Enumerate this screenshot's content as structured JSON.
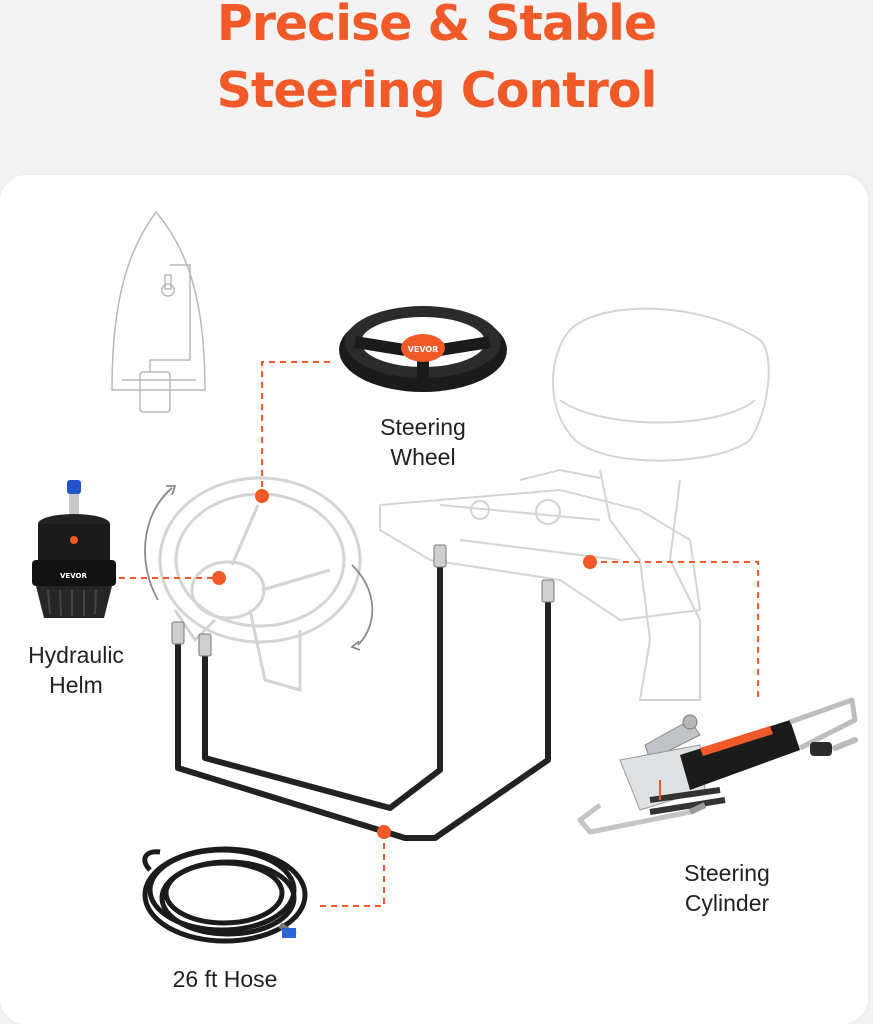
{
  "headline": {
    "line1": "Precise & Stable",
    "line2": "Steering Control"
  },
  "labels": {
    "steering_wheel": [
      "Steering",
      "Wheel"
    ],
    "hydraulic_helm": [
      "Hydraulic",
      "Helm"
    ],
    "steering_cylinder": [
      "Steering",
      "Cylinder"
    ],
    "hose": "26 ft Hose"
  },
  "brand": {
    "logo_text": "VEVOR",
    "accent_color": "#f05a28",
    "line_color": "#222222",
    "ghost_color": "#d4d4d4"
  },
  "icons": [
    "boat-outline-icon",
    "steering-wheel-icon",
    "hydraulic-helm-icon",
    "steering-cylinder-icon",
    "hose-coil-icon",
    "outboard-motor-icon"
  ]
}
